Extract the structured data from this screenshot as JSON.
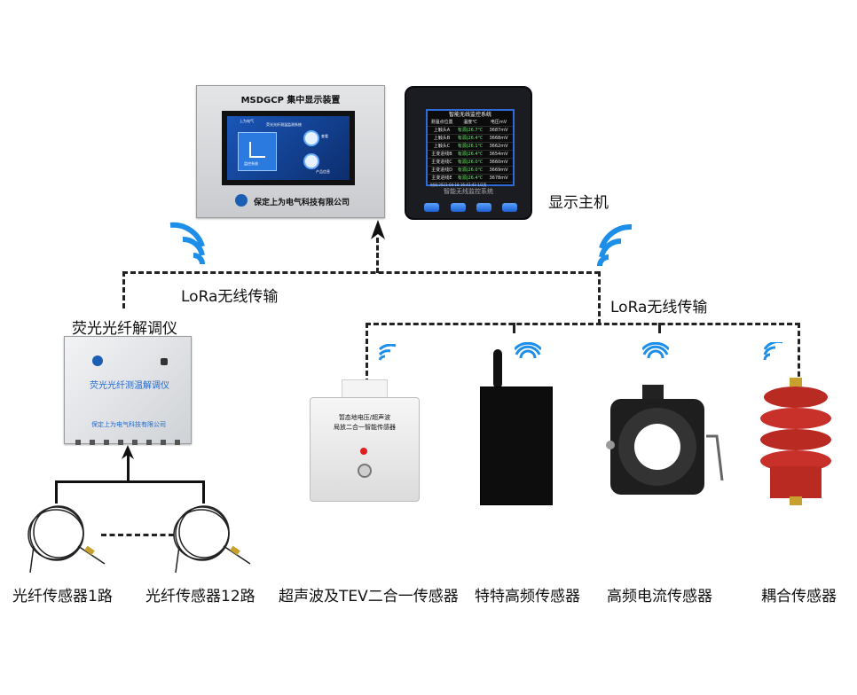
{
  "central_display": {
    "title": "MSDGCP 集中显示装置",
    "company": "保定上为电气科技有限公司",
    "screen_header": "上为电气",
    "screen_subtitle": "荧光光纤测温监测系统",
    "screen_btn1": "监控系统",
    "screen_btn2": "查看",
    "screen_btn3": "产品信息"
  },
  "monitor": {
    "title": "智能无线监控系统",
    "header": [
      "测温点位置",
      "温度℃",
      "电压mV"
    ],
    "rows": [
      [
        "上触头A",
        "有源|26.7℃",
        "3687mV"
      ],
      [
        "上触头B",
        "有源|26.4℃",
        "3668mV"
      ],
      [
        "上触头C",
        "有源|26.1℃",
        "3662mV"
      ],
      [
        "主变进线B",
        "有源|26.4℃",
        "3654mV"
      ],
      [
        "主变进线C",
        "有源|26.0℃",
        "3660mV"
      ],
      [
        "主变进线D",
        "有源|26.0℃",
        "3669mV"
      ],
      [
        "主变进线E",
        "有源|26.4℃",
        "3678mV"
      ]
    ],
    "footer": "时间:2023-04-18 16:43:43    1/2页",
    "brand": "智能无线监控系统"
  },
  "labels": {
    "display_host": "显示主机",
    "lora_left": "LoRa无线传输",
    "lora_right": "LoRa无线传输",
    "demodulator": "荧光光纤解调仪",
    "fiber1": "光纤传感器1路",
    "fiber12": "光纤传感器12路",
    "sensor_tev": "超声波及TEV二合一传感器",
    "sensor_uhf": "特特高频传感器",
    "sensor_hfct": "高频电流传感器",
    "sensor_coupling": "耦合传感器"
  },
  "demodulator_device": {
    "panel_text": "荧光光纤测温解调仪",
    "company": "保定上为电气科技有限公司"
  },
  "tev_device": {
    "line1": "暂态地电压/超声波",
    "line2": "局放二合一智能传感器"
  },
  "colors": {
    "wifi_blue": "#1e8fe8",
    "insulator_red": "#c8302a",
    "line": "#222222"
  }
}
